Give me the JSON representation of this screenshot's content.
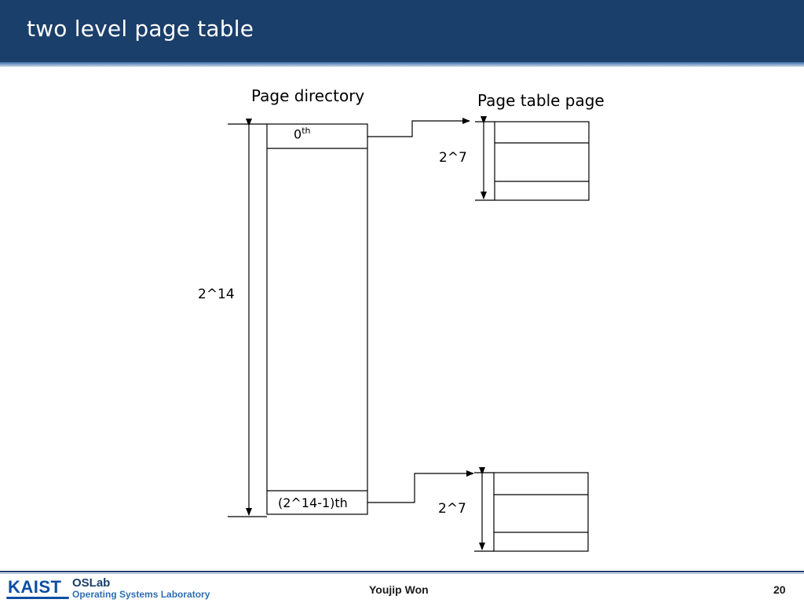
{
  "slide": {
    "title": "two level page table"
  },
  "diagram": {
    "page_directory_label": "Page directory",
    "page_table_page_label": "Page table page",
    "first_entry_label": "0",
    "first_entry_sup": "th",
    "last_entry_label": "(2^14-1)th",
    "directory_size_label": "2^14",
    "table_size_label_top": "2^7",
    "table_size_label_bottom": "2^7"
  },
  "footer": {
    "logo_primary": "KAIST",
    "logo_lab": "OSLab",
    "logo_lab_full": "Operating Systems Laboratory",
    "author": "Youjip Won",
    "page_number": "20"
  },
  "colors": {
    "title_bar": "#1b3f6b",
    "title_text": "#ffffff",
    "logo_blue": "#0b4ea2"
  }
}
